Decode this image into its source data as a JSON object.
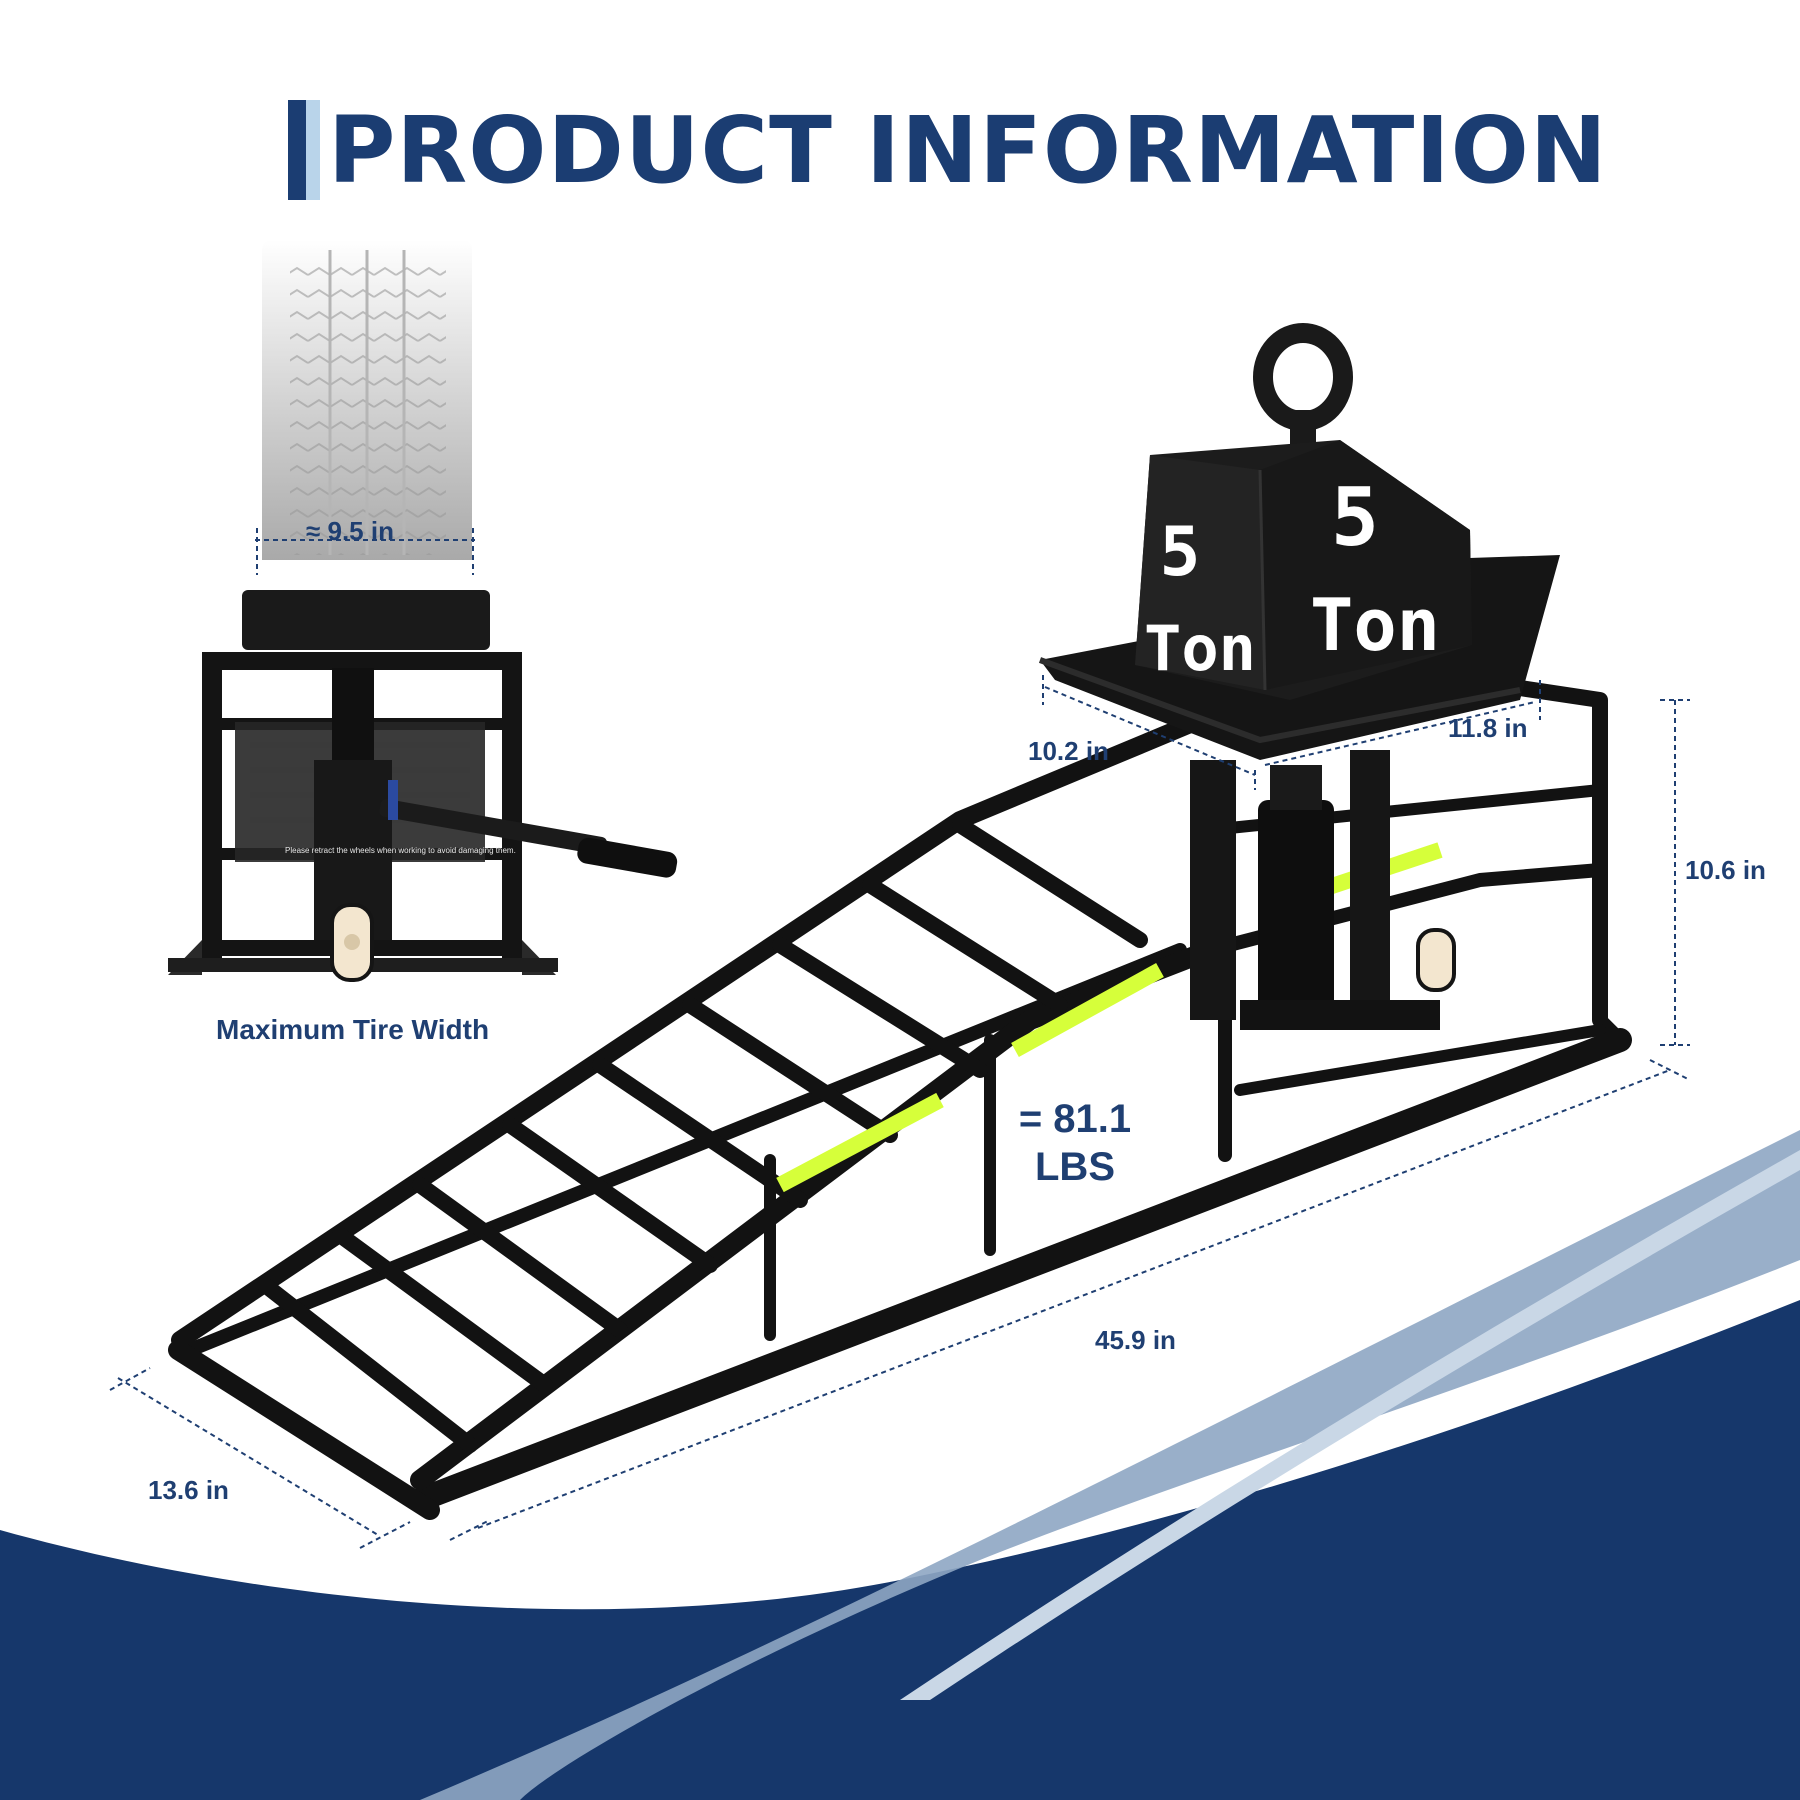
{
  "title": "PRODUCT INFORMATION",
  "tire_view": {
    "tire_width_label": "≈ 9.5 in",
    "caption": "Maximum Tire Width",
    "warning_text": "Please retract the wheels when working to avoid damaging them."
  },
  "weight_block": {
    "front_number": "5",
    "front_unit": "Ton",
    "side_number": "5",
    "side_unit": "Ton"
  },
  "equivalent_weight": {
    "value": "= 81.1",
    "unit": "LBS"
  },
  "dimensions": {
    "platform_depth": "10.2 in",
    "platform_width": "11.8 in",
    "height": "10.6 in",
    "length": "45.9 in",
    "width": "13.6 in"
  },
  "colors": {
    "brand_navy": "#1b3d72",
    "accent_light_blue": "#b9d4ea",
    "reflective_strip": "#d6ff3a",
    "steel": "#141414"
  }
}
